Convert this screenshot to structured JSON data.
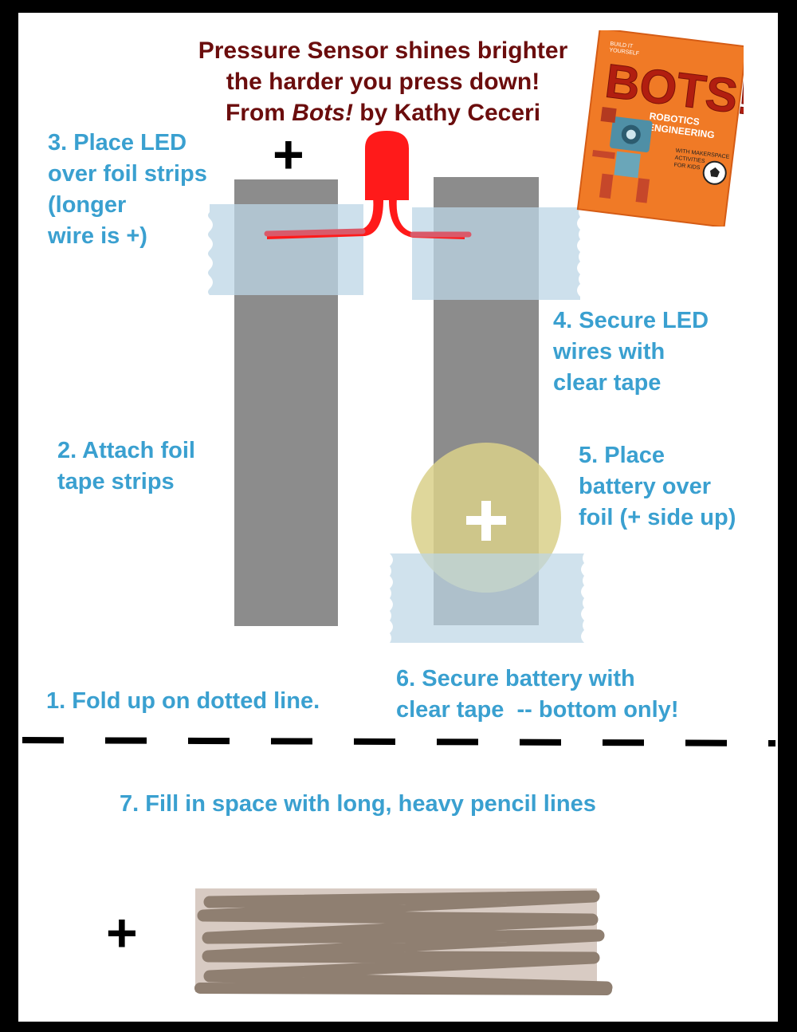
{
  "title": {
    "line1": "Pressure Sensor shines brighter",
    "line2": "the harder you press down!",
    "line3_prefix": "From ",
    "line3_book": "Bots!",
    "line3_suffix": " by Kathy Ceceri"
  },
  "steps": {
    "s1": [
      "1. Fold up on dotted line."
    ],
    "s2": [
      "2. Attach foil",
      "tape strips"
    ],
    "s3": [
      "3. Place LED",
      "over foil strips",
      "(longer",
      "wire is +)"
    ],
    "s4": [
      "4. Secure LED",
      "wires with",
      "clear tape"
    ],
    "s5": [
      "5. Place",
      "battery over",
      "foil (+ side up)"
    ],
    "s6": [
      "6. Secure battery with",
      "clear tape  -- bottom only!"
    ],
    "s7": [
      "7. Fill in space with long, heavy pencil lines"
    ]
  },
  "plus_sign": "+",
  "book_cover": {
    "small_top_a": "BUILD IT",
    "small_top_b": "YOURSELF",
    "title": "BOTS!",
    "subtitle_1": "ROBOTICS",
    "subtitle_2": "ENGINEERING",
    "tagline_1": "WITH MAKERSPACE",
    "tagline_2": "ACTIVITIES",
    "tagline_3": "FOR KIDS"
  },
  "colors": {
    "step_text": "#3aa0d0",
    "title_text": "#6b0d0d",
    "foil": "#8c8c8c",
    "tape": "#bcd6e6",
    "led": "#ff1a1a",
    "battery": "#d9d08a",
    "pencil": "#8f7f71",
    "cover_orange": "#f07a26"
  }
}
